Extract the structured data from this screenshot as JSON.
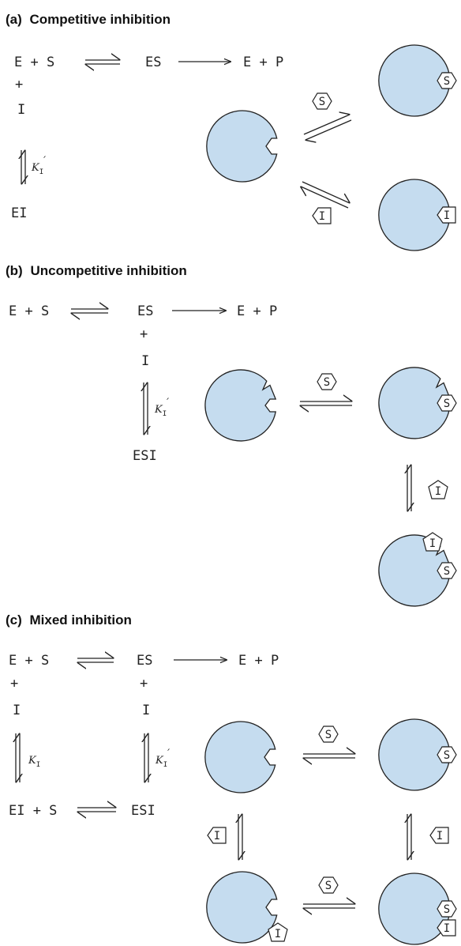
{
  "panels": [
    {
      "heading_label": "(a)",
      "heading_title": "Competitive inhibition",
      "scheme": {
        "E_plus_S": "E + S",
        "ES": "ES",
        "E_plus_P": "E + P",
        "plus": "+",
        "I": "I",
        "EI": "EI",
        "K": "K",
        "K_sub": "I",
        "K_prime": "′"
      },
      "ligands": {
        "S": "S",
        "I": "I"
      }
    },
    {
      "heading_label": "(b)",
      "heading_title": "Uncompetitive inhibition",
      "scheme": {
        "E_plus_S": "E + S",
        "ES": "ES",
        "E_plus_P": "E + P",
        "plus": "+",
        "I": "I",
        "ESI": "ESI",
        "K": "K",
        "K_sub": "I",
        "K_prime": "′"
      },
      "ligands": {
        "S": "S",
        "I": "I"
      }
    },
    {
      "heading_label": "(c)",
      "heading_title": "Mixed inhibition",
      "scheme": {
        "E_plus_S": "E + S",
        "ES": "ES",
        "E_plus_P": "E + P",
        "plus": "+",
        "I": "I",
        "EI_plus_S": "EI + S",
        "ESI": "ESI",
        "K": "K",
        "K_sub": "I",
        "K_prime": "′"
      },
      "ligands": {
        "S": "S",
        "I": "I"
      }
    }
  ],
  "colors": {
    "enzyme_fill": "#c5dcef",
    "outline": "#222222",
    "background": "#ffffff"
  }
}
